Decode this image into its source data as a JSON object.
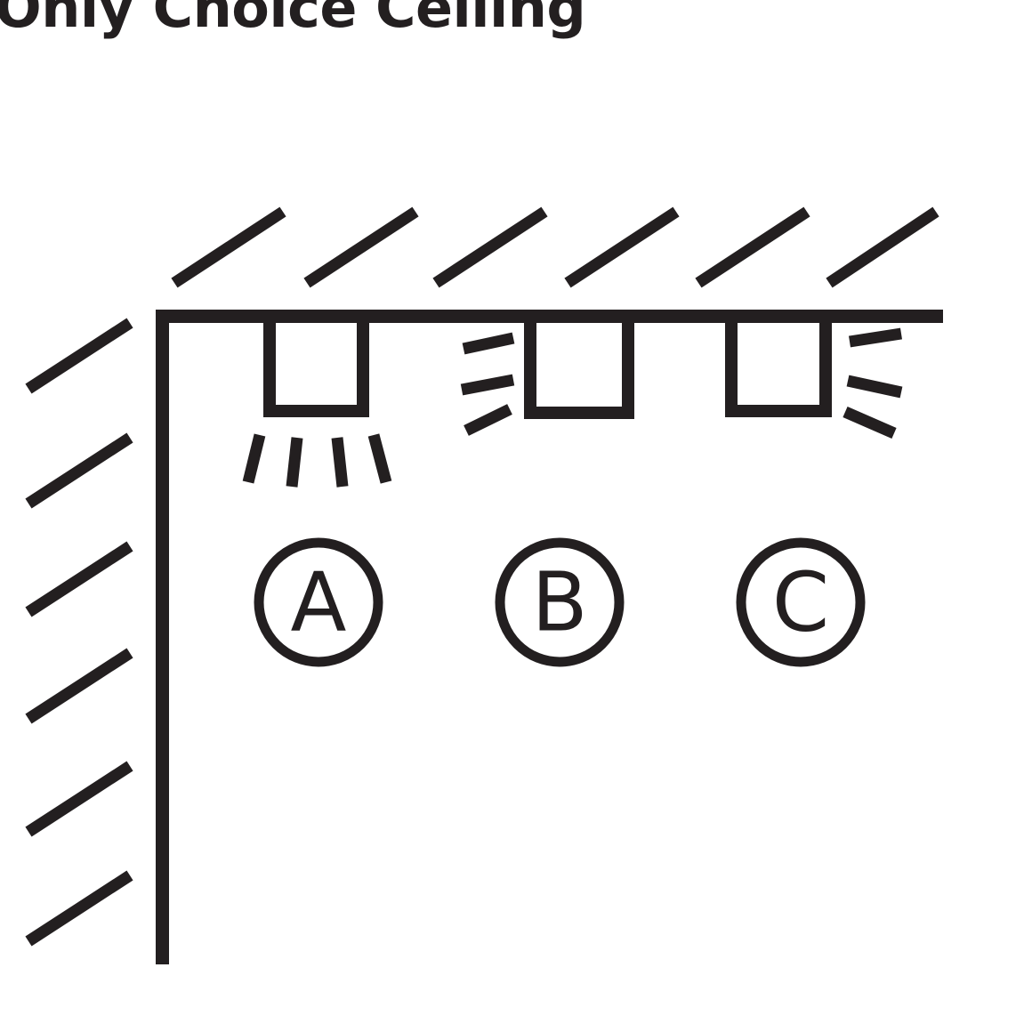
{
  "page": {
    "title": "Only Choice Ceiling",
    "background_color": "#ffffff",
    "ink_color": "#231f20"
  },
  "diagram": {
    "type": "technical-line-drawing",
    "subject": "ceiling mounted light fixtures with emitted light rays",
    "description": "A corner made of a hatched ceiling slab and a hatched left wall. Three square recessed light fixtures hang from the ceiling. Fixture A emits rays straight downward, fixture B emits rays toward the left, fixture C emits rays toward the right. Circled labels A, B and C are placed below the three fixtures.",
    "ceiling": {
      "name": "ceiling-slab",
      "hatch_marks": 6,
      "hatch_direction": "up-right"
    },
    "wall": {
      "name": "left-wall",
      "hatch_marks": 6,
      "hatch_direction": "up-right"
    },
    "fixtures": [
      {
        "id": "A",
        "label": "A",
        "ray_count": 4,
        "ray_direction": "down",
        "ray_position": "below-fixture"
      },
      {
        "id": "B",
        "label": "B",
        "ray_count": 3,
        "ray_direction": "left",
        "ray_position": "left-of-fixture"
      },
      {
        "id": "C",
        "label": "C",
        "ray_count": 3,
        "ray_direction": "right",
        "ray_position": "right-of-fixture"
      }
    ],
    "labels": [
      {
        "id": "A",
        "text": "A"
      },
      {
        "id": "B",
        "text": "B"
      },
      {
        "id": "C",
        "text": "C"
      }
    ]
  }
}
